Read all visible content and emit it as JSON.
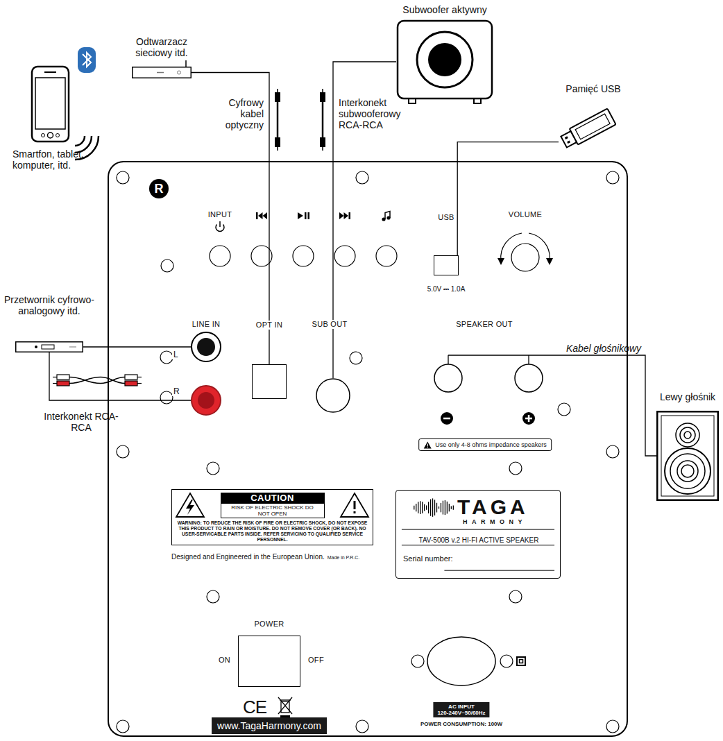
{
  "diagram": {
    "nodes": [
      {
        "text": [
          "Smartfon, tablet, komputer, itd."
        ]
      },
      {
        "text": [
          "Odtwarzacz sieciowy itd."
        ]
      },
      {
        "text": [
          "Subwoofer aktywny"
        ]
      },
      {
        "text": [
          "Pamięć USB"
        ]
      },
      {
        "text": [
          "Designed and Engineered in the European Union."
        ]
      },
      {
        "text": [
          "R"
        ],
        "in": 4
      },
      {
        "text": [
          "USB",
          "5.0V ⎓ 1.0A"
        ],
        "in": 4
      },
      {
        "text": [
          "Przetwornik cyfrowo-analogowy itd."
        ]
      },
      {
        "text": [
          "L"
        ],
        "in": 4
      },
      {
        "text": [
          "R"
        ],
        "in": 4
      },
      {
        "text": [
          "OPT IN"
        ],
        "in": 4
      },
      {
        "text": [
          "SUB OUT"
        ],
        "in": 4
      },
      {
        "text": [
          "SPEAKER OUT"
        ],
        "in": 4
      },
      {
        "text": [
          "Lewy głośnik"
        ]
      },
      {
        "text": [
          "Use only 4-8 ohms impedance speakers"
        ],
        "in": 4
      },
      {
        "text": [
          "CAUTION",
          "RISK OF ELECTRIC SHOCK DO NOT OPEN",
          "WARNING: TO REDUCE THE RISK OF FIRE OR ELECTRIC SHOCK, DO NOT EXPOSE THIS PRODUCT TO RAIN OR MOISTURE. DO NOT REMOVE COVER (OR BACK). NO USER-SERVICABLE PARTS INSIDE. REFER SERVICING TO QUALIFIED SERVICE PERSONNEL."
        ],
        "in": 4
      },
      {
        "text": [
          "TAGA",
          "HARMONY",
          "TAV-500B v.2 HI-FI ACTIVE SPEAKER",
          "Serial number:"
        ],
        "in": 4
      },
      {
        "text": [
          "POWER",
          "ON",
          "OFF"
        ],
        "in": 4
      },
      {
        "text": [
          "AC INPUT",
          "120-240V~50/60Hz",
          "POWER CONSUMPTION: 100W"
        ],
        "in": 4
      },
      {
        "text": [
          "www.TagaHarmony.com"
        ],
        "in": 4
      }
    ],
    "edges": [
      {
        "from": 1,
        "to": 10,
        "arrow": "none",
        "label": "Cyfrowy kabel optyczny"
      },
      {
        "from": 2,
        "to": 11,
        "arrow": "none",
        "label": "Interkonekt subwooferowy RCA-RCA"
      },
      {
        "from": 3,
        "to": 6,
        "arrow": "none"
      },
      {
        "from": 7,
        "to": 8,
        "arrow": "none"
      },
      {
        "from": 7,
        "to": 9,
        "arrow": "none",
        "label": "Interkonekt RCA-RCA"
      },
      {
        "from": 12,
        "to": 13,
        "arrow": "none",
        "label": "Kabel głośnikowy"
      }
    ],
    "labels": [
      "INPUT",
      "LINE IN",
      "VOLUME",
      "Made in P.R.C.",
      "CE"
    ]
  }
}
